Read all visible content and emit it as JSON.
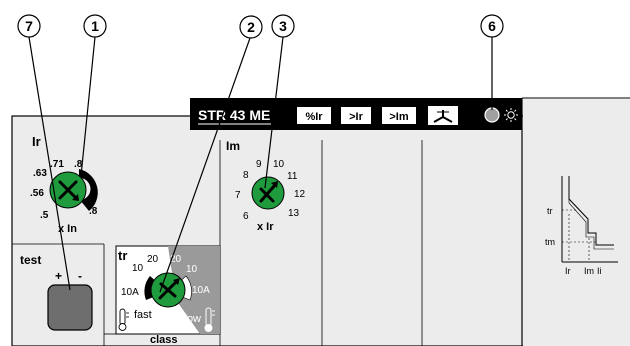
{
  "callouts": [
    "1",
    "2",
    "3",
    "6",
    "7"
  ],
  "banner": {
    "model": "STR 43 ME",
    "buttons": [
      "%Ir",
      ">Ir",
      ">Im"
    ],
    "icons": [
      "phase-imbalance-icon",
      "led-indicator-icon",
      "sun-icon"
    ]
  },
  "ir_dial": {
    "title": "Ir",
    "unit": "x In",
    "scale": [
      ".5",
      ".56",
      ".63",
      ".71",
      ".8",
      ".8"
    ]
  },
  "im_dial": {
    "title": "Im",
    "unit": "x Ir",
    "scale": [
      "6",
      "7",
      "8",
      "9",
      "10",
      "11",
      "12",
      "13"
    ]
  },
  "tr_dial": {
    "title": "tr",
    "footer": "class",
    "fast": {
      "label": "fast",
      "scale": [
        "10A",
        "10",
        "20"
      ]
    },
    "slow": {
      "label": "slow",
      "scale": [
        "20",
        "10",
        "10A"
      ]
    }
  },
  "test": {
    "title": "test",
    "plus": "+",
    "minus": "-"
  },
  "curve": {
    "y_labels": [
      "tr",
      "tm"
    ],
    "x_labels": [
      "Ir",
      "Im",
      "Ii"
    ]
  },
  "colors": {
    "dial": "#1f9a3c",
    "banner": "#000000",
    "panel": "#ececec",
    "test_button": "#6e6e6e",
    "slow_sector": "#9a9a9a"
  }
}
